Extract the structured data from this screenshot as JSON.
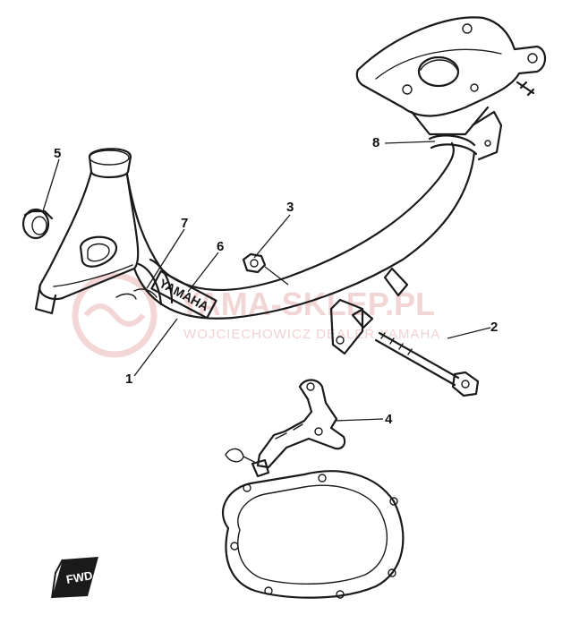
{
  "callouts": [
    "1",
    "2",
    "3",
    "4",
    "5",
    "6",
    "7",
    "8"
  ],
  "frame_brand": "YAMAHA",
  "fwd_label": "FWD",
  "watermark": {
    "main": "YAMA-SKLEP.PL",
    "sub": "WOJCIECHOWICZ DEALER YAMAHA"
  },
  "colors": {
    "line": "#1a1a1a",
    "watermark": "#e9b4b4"
  }
}
